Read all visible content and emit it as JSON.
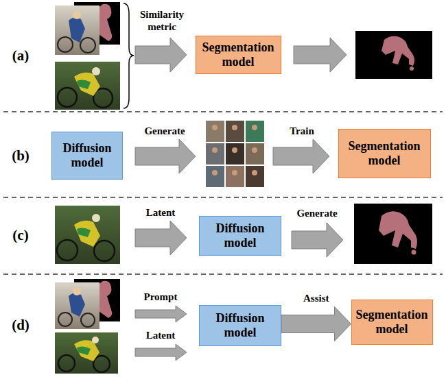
{
  "diagram": {
    "nodes": [
      {
        "text": [
          "Segmentation model"
        ]
      },
      {
        "text": [
          "Diffusion model"
        ]
      },
      {
        "text": [
          "Segmentation model"
        ]
      },
      {
        "text": [
          "Diffusion model"
        ]
      },
      {
        "text": [
          "Diffusion model"
        ]
      },
      {
        "text": [
          "Segmentation model"
        ]
      }
    ],
    "edges": [
      {
        "from": 4,
        "to": 5,
        "label": "Assist",
        "arrow": "to"
      }
    ],
    "labels": [
      "(a)",
      "Similarity metric",
      "(b)",
      "Generate",
      "Train",
      "(c)",
      "Latent",
      "Generate",
      "(d)",
      "Prompt",
      "Latent"
    ]
  }
}
